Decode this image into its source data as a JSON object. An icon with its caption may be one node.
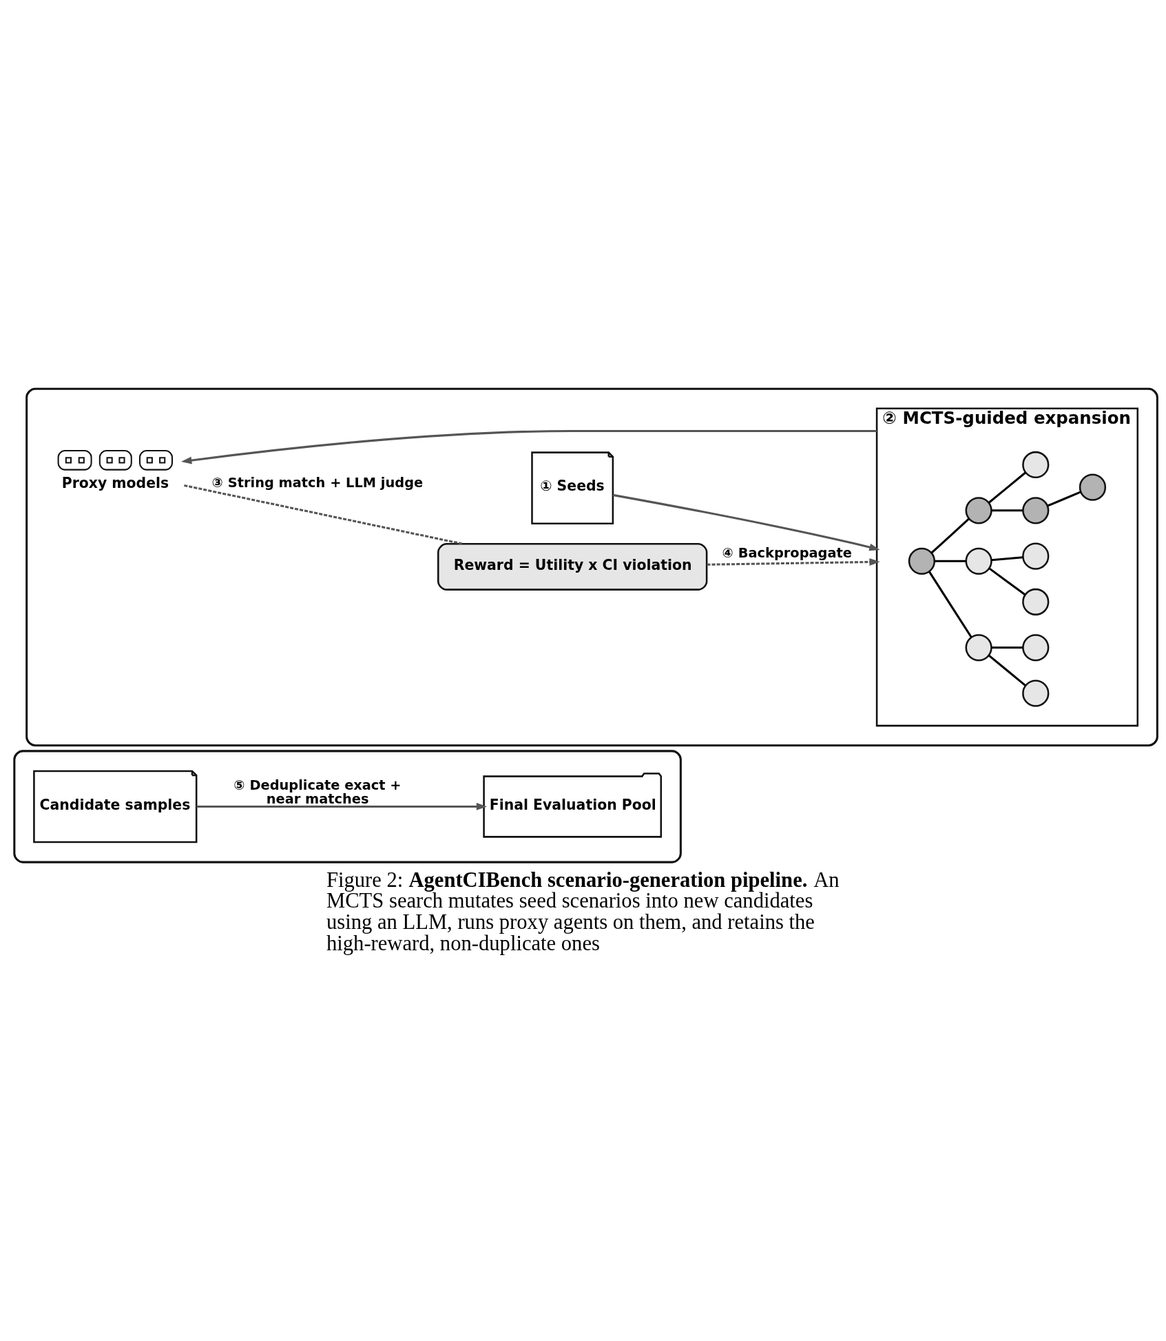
{
  "diagram": {
    "caption": "Figure 2: **AgentCIBench scenario-generation pipeline.** An MCTS search mutates seed scenarios into new candidates using an LLM, runs proxy agents on them, and retains the high-reward, non-duplicate ones",
    "nodes": [
      {
        "text": [],
        "shape": "box"
      },
      {
        "text": [
          "① Seeds"
        ],
        "in": 0
      },
      {
        "text": [
          "② MCTS-guided expansion"
        ],
        "in": 0
      },
      {
        "text": [],
        "shape": "circle",
        "in": 2
      },
      {
        "text": [],
        "shape": "circle",
        "in": 2
      },
      {
        "text": [],
        "shape": "circle",
        "in": 2
      },
      {
        "text": [],
        "shape": "circle",
        "in": 2
      },
      {
        "text": [],
        "shape": "circle",
        "in": 2
      },
      {
        "text": [],
        "shape": "circle",
        "in": 2
      },
      {
        "text": [],
        "shape": "circle",
        "in": 2
      },
      {
        "text": [],
        "shape": "circle",
        "in": 2
      },
      {
        "text": [],
        "shape": "circle",
        "in": 2
      },
      {
        "text": [],
        "shape": "circle",
        "in": 2
      },
      {
        "text": [],
        "shape": "circle",
        "in": 2
      },
      {
        "text": [
          "Proxy models"
        ],
        "in": 0
      },
      {
        "text": [
          "Reward = Utility x CI violation"
        ],
        "in": 0
      },
      {
        "text": [],
        "shape": "box"
      },
      {
        "text": [
          "Candidate samples"
        ],
        "in": 16
      },
      {
        "text": [
          "Final Evaluation Pool"
        ],
        "in": 16
      }
    ],
    "edges": [
      {
        "from": 1,
        "to": 2,
        "arrow": "to",
        "color": "#555555"
      },
      {
        "from": 3,
        "to": 4,
        "arrow": "none"
      },
      {
        "from": 3,
        "to": 5,
        "arrow": "none"
      },
      {
        "from": 3,
        "to": 6,
        "arrow": "none"
      },
      {
        "from": 4,
        "to": 7,
        "arrow": "none"
      },
      {
        "from": 4,
        "to": 8,
        "arrow": "none"
      },
      {
        "from": 5,
        "to": 9,
        "arrow": "none"
      },
      {
        "from": 5,
        "to": 10,
        "arrow": "none"
      },
      {
        "from": 6,
        "to": 11,
        "arrow": "none"
      },
      {
        "from": 6,
        "to": 12,
        "arrow": "none"
      },
      {
        "from": 8,
        "to": 13,
        "arrow": "none"
      },
      {
        "from": 2,
        "to": 14,
        "arrow": "to",
        "color": "#555555"
      },
      {
        "from": 14,
        "to": 15,
        "arrow": "none",
        "style": "dashed",
        "color": "#555555",
        "label": "③ String match + LLM judge"
      },
      {
        "from": 15,
        "to": 2,
        "arrow": "to",
        "style": "dashed",
        "color": "#555555",
        "label": "④ Backpropagate"
      },
      {
        "from": 17,
        "to": 18,
        "arrow": "to",
        "color": "#555555",
        "label": "⑤ Deduplicate exact + near matches"
      }
    ]
  }
}
